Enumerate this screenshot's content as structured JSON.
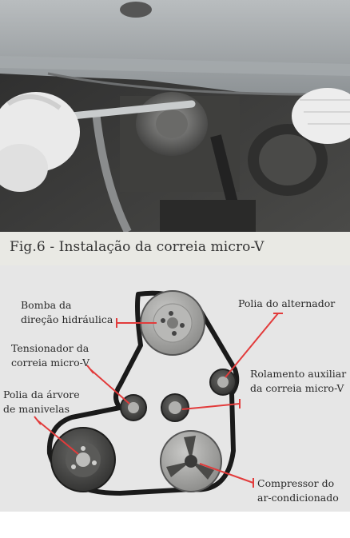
{
  "figure": {
    "title": "Fig.6 - Instalação da correia micro-V"
  },
  "labels": {
    "power_steering_pump": [
      "Bomba da",
      "direção hidráulica"
    ],
    "alternator_pulley": [
      "Polia do alternador"
    ],
    "belt_tensioner": [
      "Tensionador da",
      "correia micro-V"
    ],
    "auxiliary_idler": [
      "Rolamento auxiliar",
      "da correia micro-V"
    ],
    "crankshaft_pulley": [
      "Polia da árvore",
      "de manivelas"
    ],
    "ac_compressor": [
      "Compressor do",
      "ar-condicionado"
    ]
  },
  "colors": {
    "leader_line": "#e23b3b",
    "belt": "#1a1a1a",
    "panel_bg": "#e6e6e6"
  }
}
